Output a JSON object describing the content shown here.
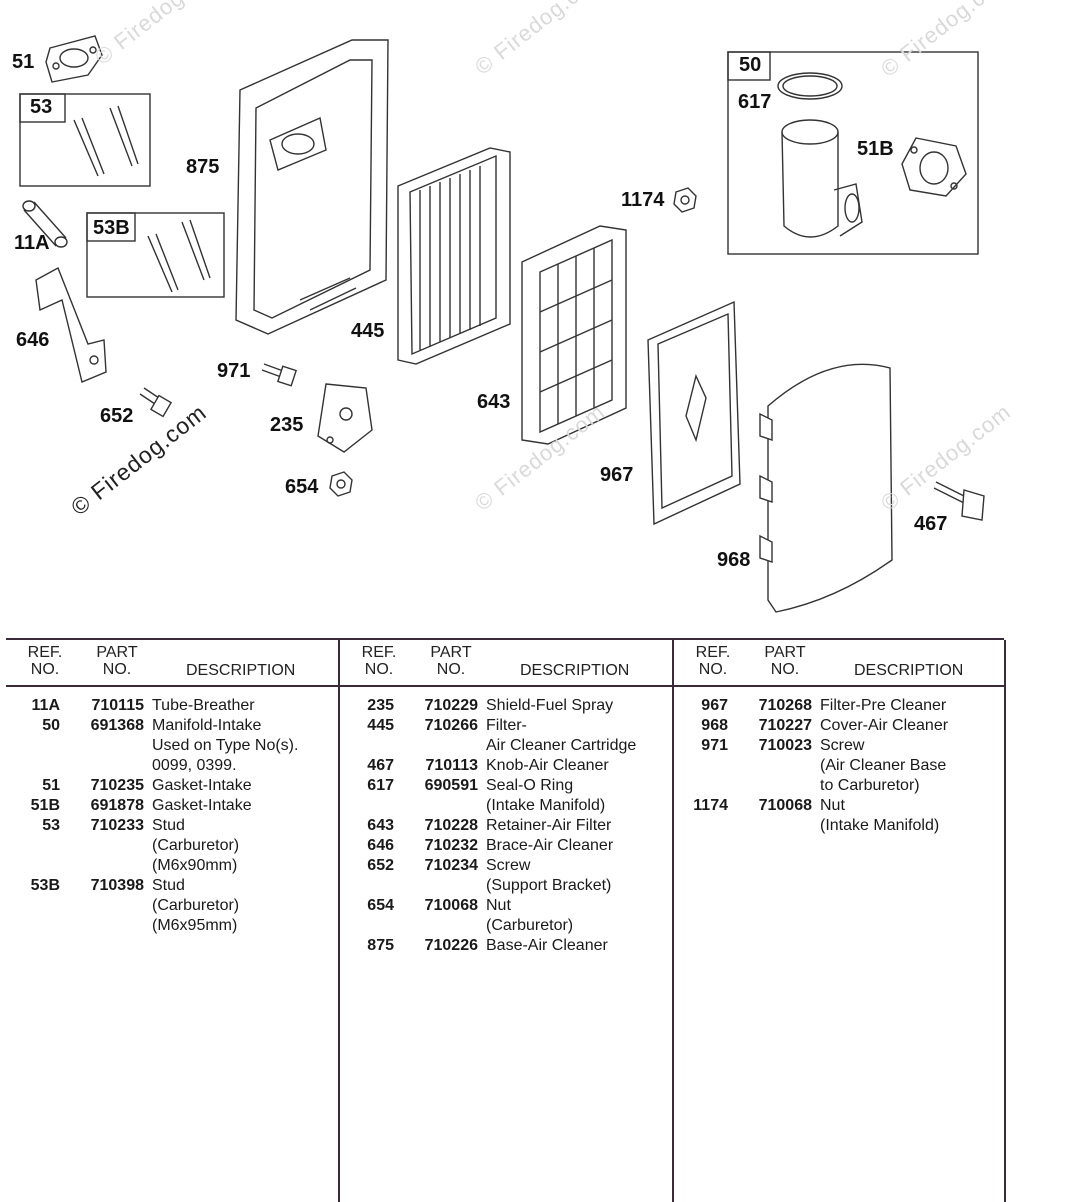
{
  "callouts": [
    {
      "id": "c51",
      "text": "51"
    },
    {
      "id": "c53",
      "text": "53"
    },
    {
      "id": "c875",
      "text": "875"
    },
    {
      "id": "c11a",
      "text": "11A"
    },
    {
      "id": "c53b",
      "text": "53B"
    },
    {
      "id": "c646",
      "text": "646"
    },
    {
      "id": "c445",
      "text": "445"
    },
    {
      "id": "c971",
      "text": "971"
    },
    {
      "id": "c652",
      "text": "652"
    },
    {
      "id": "c235",
      "text": "235"
    },
    {
      "id": "c654",
      "text": "654"
    },
    {
      "id": "c1174",
      "text": "1174"
    },
    {
      "id": "c643",
      "text": "643"
    },
    {
      "id": "c50",
      "text": "50"
    },
    {
      "id": "c617",
      "text": "617"
    },
    {
      "id": "c51b",
      "text": "51B"
    },
    {
      "id": "c967",
      "text": "967"
    },
    {
      "id": "c968",
      "text": "968"
    },
    {
      "id": "c467",
      "text": "467"
    }
  ],
  "watermark": "© Firedog.com",
  "table": {
    "header": {
      "ref": "REF.\nNO.",
      "part": "PART\nNO.",
      "desc": "DESCRIPTION"
    },
    "columns": [
      [
        {
          "ref": "11A",
          "part": "710115",
          "desc": "Tube-Breather"
        },
        {
          "ref": "50",
          "part": "691368",
          "desc": "Manifold-Intake\nUsed on Type No(s).\n0099, 0399."
        },
        {
          "ref": "51",
          "part": "710235",
          "desc": "Gasket-Intake"
        },
        {
          "ref": "51B",
          "part": "691878",
          "desc": "Gasket-Intake"
        },
        {
          "ref": "53",
          "part": "710233",
          "desc": "Stud\n(Carburetor)\n(M6x90mm)"
        },
        {
          "ref": "53B",
          "part": "710398",
          "desc": "Stud\n(Carburetor)\n(M6x95mm)"
        }
      ],
      [
        {
          "ref": "235",
          "part": "710229",
          "desc": "Shield-Fuel Spray"
        },
        {
          "ref": "445",
          "part": "710266",
          "desc": "Filter-\nAir Cleaner Cartridge"
        },
        {
          "ref": "467",
          "part": "710113",
          "desc": "Knob-Air Cleaner"
        },
        {
          "ref": "617",
          "part": "690591",
          "desc": "Seal-O Ring\n(Intake Manifold)"
        },
        {
          "ref": "643",
          "part": "710228",
          "desc": "Retainer-Air Filter"
        },
        {
          "ref": "646",
          "part": "710232",
          "desc": "Brace-Air Cleaner"
        },
        {
          "ref": "652",
          "part": "710234",
          "desc": "Screw\n(Support Bracket)"
        },
        {
          "ref": "654",
          "part": "710068",
          "desc": "Nut\n(Carburetor)"
        },
        {
          "ref": "875",
          "part": "710226",
          "desc": "Base-Air Cleaner"
        }
      ],
      [
        {
          "ref": "967",
          "part": "710268",
          "desc": "Filter-Pre Cleaner"
        },
        {
          "ref": "968",
          "part": "710227",
          "desc": "Cover-Air Cleaner"
        },
        {
          "ref": "971",
          "part": "710023",
          "desc": "Screw\n(Air Cleaner Base\nto Carburetor)"
        },
        {
          "ref": "1174",
          "part": "710068",
          "desc": "Nut\n(Intake Manifold)"
        }
      ]
    ]
  }
}
